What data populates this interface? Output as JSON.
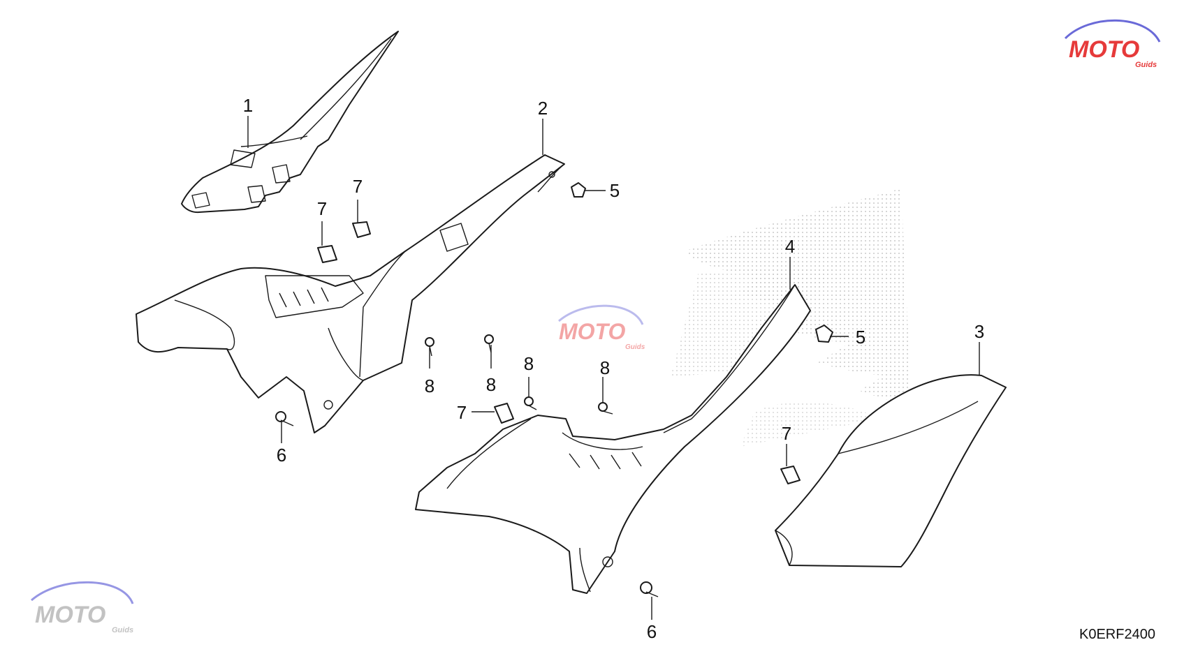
{
  "diagram": {
    "drawing_code": "K0ERF2400",
    "callouts": [
      {
        "id": "c1",
        "label": "1"
      },
      {
        "id": "c2",
        "label": "2"
      },
      {
        "id": "c3",
        "label": "3"
      },
      {
        "id": "c4",
        "label": "4"
      },
      {
        "id": "c5a",
        "label": "5"
      },
      {
        "id": "c5b",
        "label": "5"
      },
      {
        "id": "c6a",
        "label": "6"
      },
      {
        "id": "c6b",
        "label": "6"
      },
      {
        "id": "c7a",
        "label": "7"
      },
      {
        "id": "c7b",
        "label": "7"
      },
      {
        "id": "c7c",
        "label": "7"
      },
      {
        "id": "c7d",
        "label": "7"
      },
      {
        "id": "c8a",
        "label": "8"
      },
      {
        "id": "c8b",
        "label": "8"
      },
      {
        "id": "c8c",
        "label": "8"
      },
      {
        "id": "c8d",
        "label": "8"
      }
    ]
  },
  "watermark": {
    "brand": "MOTO",
    "sub": "Guids",
    "colors": {
      "primary": "#e63a3a",
      "secondary": "#6a6ad8",
      "gray": "#9a9a9a"
    }
  },
  "background_logo": {
    "icon": "honda-wing-icon",
    "color": "#c9c9c9"
  }
}
